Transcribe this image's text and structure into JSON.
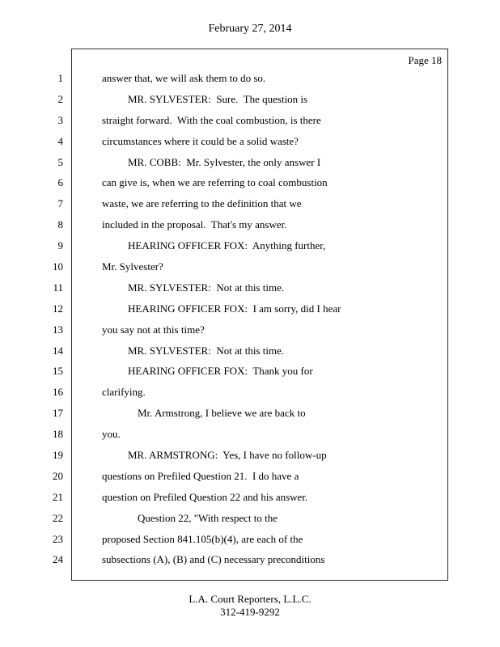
{
  "header": {
    "date": "February 27, 2014"
  },
  "page": {
    "label": "Page 18"
  },
  "transcript": {
    "lines": [
      {
        "num": "1",
        "indent": 0,
        "text": "answer that, we will ask them to do so."
      },
      {
        "num": "2",
        "indent": 1,
        "text": "MR. SYLVESTER:  Sure.  The question is"
      },
      {
        "num": "3",
        "indent": 0,
        "text": "straight forward.  With the coal combustion, is there"
      },
      {
        "num": "4",
        "indent": 0,
        "text": "circumstances where it could be a solid waste?"
      },
      {
        "num": "5",
        "indent": 1,
        "text": "MR. COBB:  Mr. Sylvester, the only answer I"
      },
      {
        "num": "6",
        "indent": 0,
        "text": "can give is, when we are referring to coal combustion"
      },
      {
        "num": "7",
        "indent": 0,
        "text": "waste, we are referring to the definition that we"
      },
      {
        "num": "8",
        "indent": 0,
        "text": "included in the proposal.  That's my answer."
      },
      {
        "num": "9",
        "indent": 1,
        "text": "HEARING OFFICER FOX:  Anything further,"
      },
      {
        "num": "10",
        "indent": 0,
        "text": "Mr. Sylvester?"
      },
      {
        "num": "11",
        "indent": 1,
        "text": "MR. SYLVESTER:  Not at this time."
      },
      {
        "num": "12",
        "indent": 1,
        "text": "HEARING OFFICER FOX:  I am sorry, did I hear"
      },
      {
        "num": "13",
        "indent": 0,
        "text": "you say not at this time?"
      },
      {
        "num": "14",
        "indent": 1,
        "text": "MR. SYLVESTER:  Not at this time."
      },
      {
        "num": "15",
        "indent": 1,
        "text": "HEARING OFFICER FOX:  Thank you for"
      },
      {
        "num": "16",
        "indent": 0,
        "text": "clarifying."
      },
      {
        "num": "17",
        "indent": 2,
        "text": "Mr. Armstrong, I believe we are back to"
      },
      {
        "num": "18",
        "indent": 0,
        "text": "you."
      },
      {
        "num": "19",
        "indent": 1,
        "text": "MR. ARMSTRONG:  Yes, I have no follow-up"
      },
      {
        "num": "20",
        "indent": 0,
        "text": "questions on Prefiled Question 21.  I do have a"
      },
      {
        "num": "21",
        "indent": 0,
        "text": "question on Prefiled Question 22 and his answer."
      },
      {
        "num": "22",
        "indent": 2,
        "text": "Question 22, \"With respect to the"
      },
      {
        "num": "23",
        "indent": 0,
        "text": "proposed Section 841.105(b)(4), are each of the"
      },
      {
        "num": "24",
        "indent": 0,
        "text": "subsections (A), (B) and (C) necessary preconditions"
      }
    ]
  },
  "footer": {
    "company": "L.A. Court Reporters, L.L.C.",
    "phone": "312-419-9292"
  }
}
